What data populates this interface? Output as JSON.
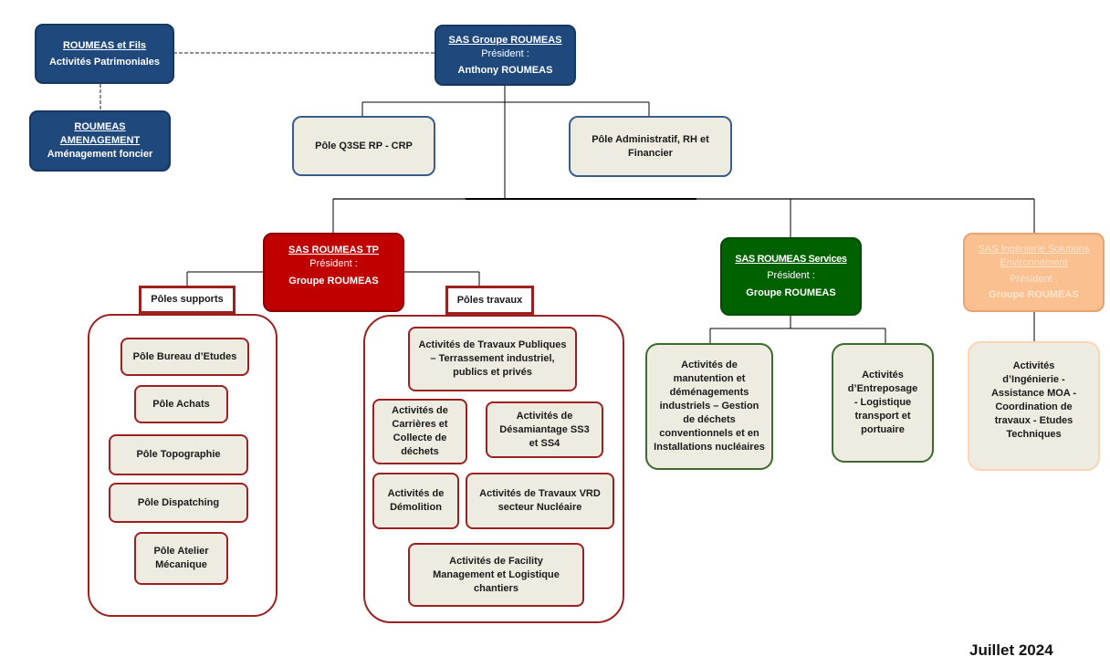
{
  "date": "Juillet 2024",
  "colors": {
    "holding_blue": "#1f497d",
    "tp_red": "#c00000",
    "services_green": "#006100",
    "ingenierie_peach": "#fac090",
    "pole_fill": "#eeece1"
  },
  "holding": {
    "name": "SAS Groupe ROUMEAS",
    "president_label": "Président :",
    "president": "Anthony ROUMEAS"
  },
  "roumeas_fils": {
    "name": "ROUMEAS et Fils",
    "activity": "Activités Patrimoniales"
  },
  "roumeas_amenagement": {
    "name_line1": "ROUMEAS",
    "name_line2": "AMENAGEMENT",
    "activity": "Aménagement foncier"
  },
  "holding_poles": [
    "Pôle Q3SE RP - CRP",
    "Pôle Administratif, RH et Financier"
  ],
  "tp": {
    "name": "SAS ROUMEAS TP",
    "president_label": "Président :",
    "president": "Groupe ROUMEAS",
    "supports_label": "Pôles supports",
    "travaux_label": "Pôles travaux",
    "supports": [
      "Pôle Bureau d’Etudes",
      "Pôle Achats",
      "Pôle Topographie",
      "Pôle Dispatching",
      "Pôle Atelier Mécanique"
    ],
    "travaux": [
      "Activités de Travaux Publiques – Terrassement industriel, publics et privés",
      "Activités de Carrières et Collecte de déchets",
      "Activités de Désamiantage SS3 et SS4",
      "Activités de Démolition",
      "Activités de Travaux VRD secteur Nucléaire",
      "Activités de Facility Management et Logistique chantiers"
    ]
  },
  "services": {
    "name": "SAS ROUMEAS Services",
    "president_label": "Président :",
    "president": "Groupe ROUMEAS",
    "activities": [
      "Activités de manutention et déménagements industriels – Gestion de déchets conventionnels et en Installations nucléaires",
      "Activités d’Entreposage - Logistique transport et portuaire"
    ]
  },
  "ingenierie": {
    "name": "SAS Ingénierie Solutions Environnement",
    "president_label": "Président :",
    "president": "Groupe ROUMEAS",
    "activities": [
      "Activités d’Ingénierie - Assistance MOA - Coordination de travaux - Etudes Techniques"
    ]
  }
}
